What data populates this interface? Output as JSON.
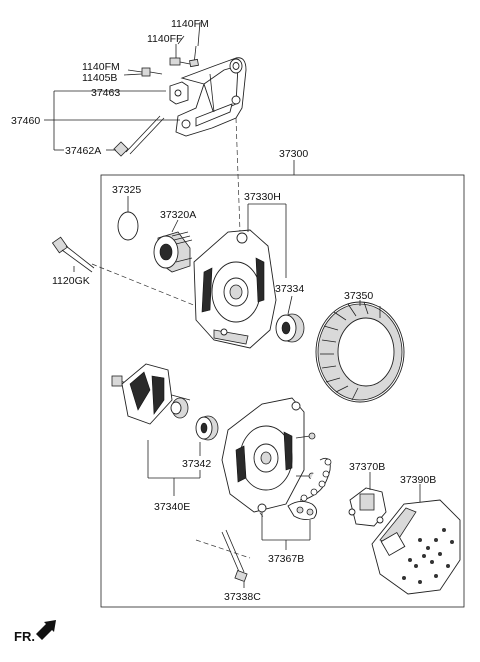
{
  "labels": {
    "p1140FM_top": "1140FM",
    "p1140FF": "1140FF",
    "p1140FM_left": "1140FM",
    "p11405B": "11405B",
    "p37463": "37463",
    "p37460": "37460",
    "p37462A": "37462A",
    "p37300": "37300",
    "p37325": "37325",
    "p37320A": "37320A",
    "p37330H": "37330H",
    "p1120GK": "1120GK",
    "p37334": "37334",
    "p37350": "37350",
    "p37342": "37342",
    "p37340E": "37340E",
    "p37370B": "37370B",
    "p37390B": "37390B",
    "p37367B": "37367B",
    "p37338C": "37338C",
    "fr": "FR."
  }
}
